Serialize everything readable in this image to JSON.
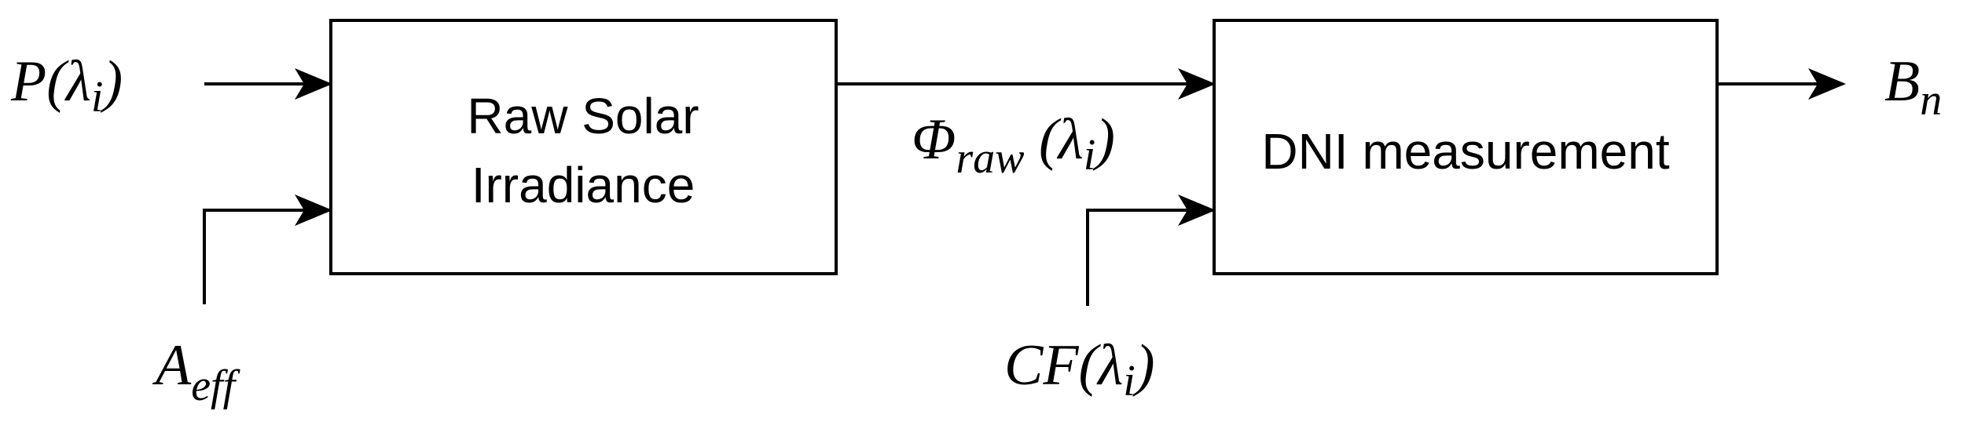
{
  "blocks": {
    "raw_solar": {
      "line1": "Raw Solar",
      "line2": "Irradiance"
    },
    "dni": {
      "label": "DNI measurement"
    }
  },
  "signals": {
    "p_lambda": {
      "main": "P(λ",
      "sub": "i",
      "tail": ")"
    },
    "a_eff": {
      "main": "A",
      "sub": "eff"
    },
    "phi_raw": {
      "main": "Φ",
      "sub": "raw",
      "tail1": " (λ",
      "sub2": "i",
      "tail2": ")"
    },
    "cf_lambda": {
      "main": "CF(λ",
      "sub": "i",
      "tail": ")"
    },
    "b_n": {
      "main": "B",
      "sub": "n"
    }
  },
  "colors": {
    "stroke": "#000000",
    "background": "#ffffff"
  }
}
